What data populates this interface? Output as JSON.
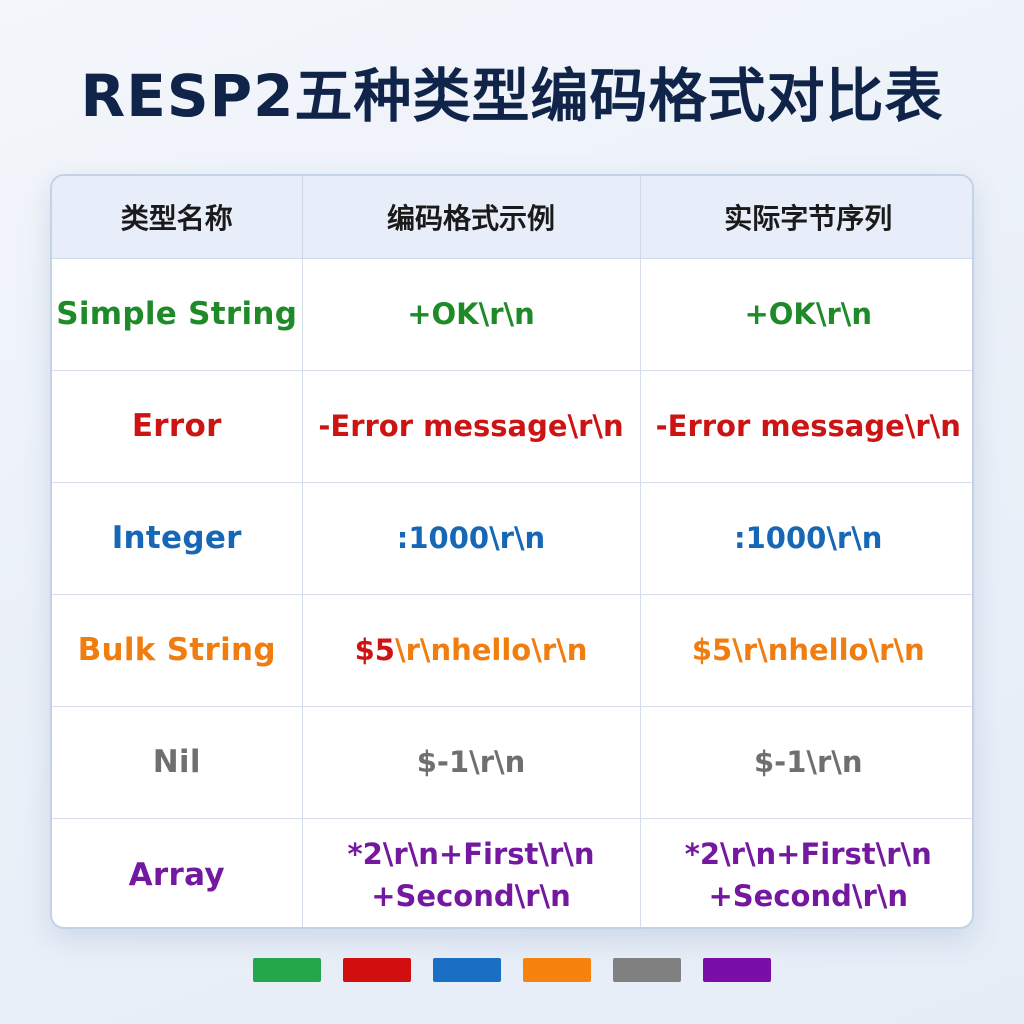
{
  "title": "RESP2五种类型编码格式对比表",
  "headers": [
    "类型名称",
    "编码格式示例",
    "实际字节序列"
  ],
  "rows": [
    {
      "type": "Simple String",
      "color": "#1e8a28",
      "encoding": [
        [
          {
            "t": "+OK\\r\\n"
          }
        ]
      ],
      "bytes": [
        [
          {
            "t": "+OK\\r\\n"
          }
        ]
      ]
    },
    {
      "type": "Error",
      "color": "#cc1414",
      "encoding": [
        [
          {
            "t": "-Error message\\r\\n"
          }
        ]
      ],
      "bytes": [
        [
          {
            "t": "-Error message\\r\\n"
          }
        ]
      ]
    },
    {
      "type": "Integer",
      "color": "#1667b5",
      "encoding": [
        [
          {
            "t": ":1000\\r\\n"
          }
        ]
      ],
      "bytes": [
        [
          {
            "t": ":1000\\r\\n"
          }
        ]
      ]
    },
    {
      "type": "Bulk String",
      "color": "#f07d0f",
      "encoding": [
        [
          {
            "t": "$5",
            "color": "#cc1414"
          },
          {
            "t": "\\r\\nhello\\r\\n"
          }
        ]
      ],
      "bytes": [
        [
          {
            "t": "$5\\r\\nhello\\r\\n"
          }
        ]
      ]
    },
    {
      "type": "Nil",
      "color": "#6f6f6f",
      "encoding": [
        [
          {
            "t": "$-1\\r\\n"
          }
        ]
      ],
      "bytes": [
        [
          {
            "t": "$-1\\r\\n"
          }
        ]
      ]
    },
    {
      "type": "Array",
      "color": "#7418a0",
      "encoding": [
        [
          {
            "t": "*2\\r\\n+First\\r\\n"
          }
        ],
        [
          {
            "t": "+Second\\r\\n"
          }
        ]
      ],
      "bytes": [
        [
          {
            "t": "*2\\r\\n+First\\r\\n"
          }
        ],
        [
          {
            "t": "+Second\\r\\n"
          }
        ]
      ]
    }
  ],
  "legend_colors": [
    "#22a84a",
    "#d20f0f",
    "#1a6fc4",
    "#f5830e",
    "#808080",
    "#7a0ea8"
  ]
}
